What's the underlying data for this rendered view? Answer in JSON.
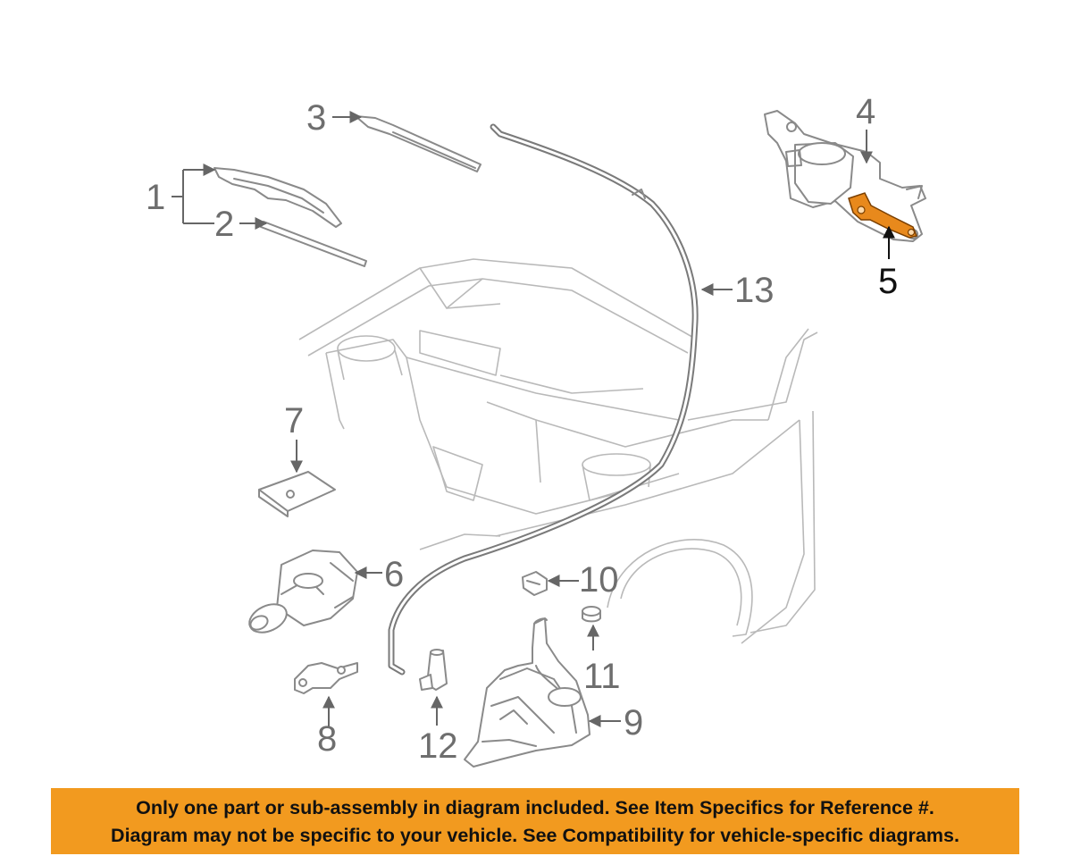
{
  "callouts": {
    "c1": "1",
    "c2": "2",
    "c3": "3",
    "c4": "4",
    "c5": "5",
    "c6": "6",
    "c7": "7",
    "c8": "8",
    "c9": "9",
    "c10": "10",
    "c11": "11",
    "c12": "12",
    "c13": "13"
  },
  "highlighted_part": "5",
  "colors": {
    "highlight": "#e8891c",
    "banner": "#f29a1f",
    "line": "#8a8a8a"
  },
  "disclaimer": {
    "line1": "Only one part or sub-assembly in diagram included. See Item Specifics for Reference #.",
    "line2": "Diagram may not be specific to your vehicle. See Compatibility for vehicle-specific diagrams."
  }
}
